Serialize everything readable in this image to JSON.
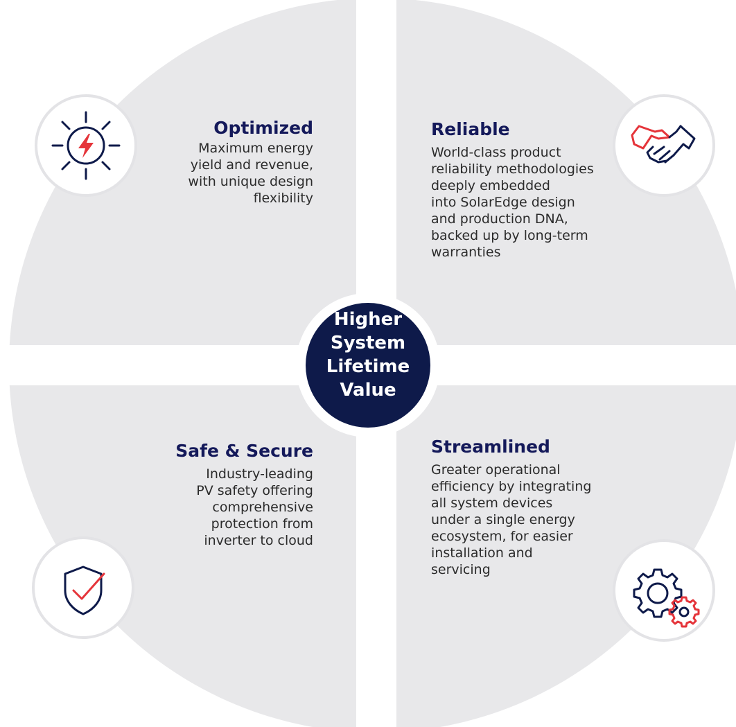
{
  "hub": {
    "lines": [
      "Higher",
      "System",
      "Lifetime",
      "Value"
    ]
  },
  "sections": {
    "optimized": {
      "title": "Optimized",
      "lines": [
        "Maximum energy",
        "yield and revenue,",
        "with unique design",
        "flexibility"
      ],
      "icon": "sun-lightning-icon"
    },
    "reliable": {
      "title": "Reliable",
      "lines": [
        "World-class product",
        "reliability methodologies",
        "deeply embedded",
        "into SolarEdge design",
        "and production DNA,",
        "backed up by long-term",
        "warranties"
      ],
      "icon": "handshake-icon"
    },
    "safe": {
      "title": "Safe & Secure",
      "lines": [
        "Industry-leading",
        "PV safety offering",
        "comprehensive",
        "protection from",
        "inverter to cloud"
      ],
      "icon": "shield-check-icon"
    },
    "streamlined": {
      "title": "Streamlined",
      "lines": [
        "Greater operational",
        "efficiency by integrating",
        "all system devices",
        "under a single energy",
        "ecosystem, for easier",
        "installation and",
        "servicing"
      ],
      "icon": "gears-icon"
    }
  },
  "colors": {
    "navy": "#0e1a4a",
    "accent_red": "#e5343a",
    "quadrant_gray": "#e8e8ea"
  }
}
